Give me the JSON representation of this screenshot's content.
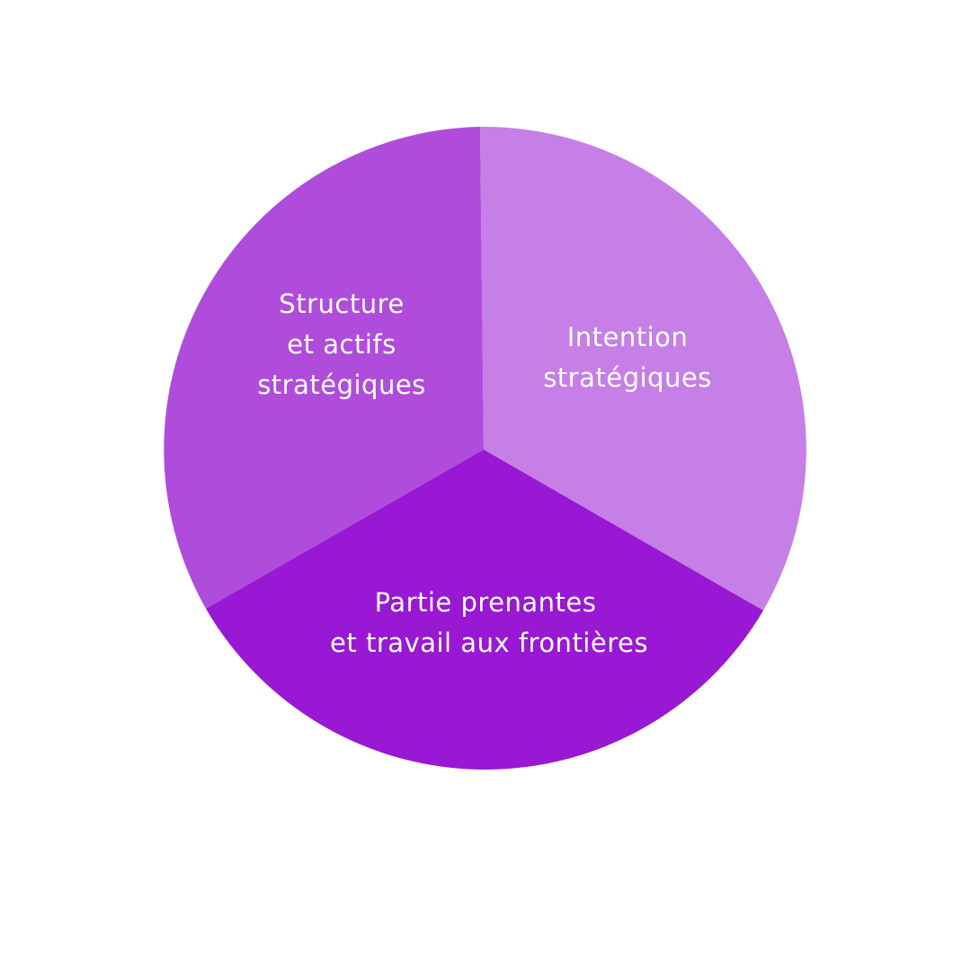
{
  "diagram": {
    "colors": {
      "top_left": "#B04CDB",
      "top_right": "#C67FE6",
      "bottom": "#9918D3",
      "text": "#FFFFFF",
      "background": "#FFFFFF"
    },
    "segments": [
      {
        "id": "top_left",
        "lines": [
          "Structure",
          "et actifs",
          "stratégiques"
        ]
      },
      {
        "id": "top_right",
        "lines": [
          "Intention",
          "stratégiques"
        ]
      },
      {
        "id": "bottom",
        "lines": [
          "Partie prenantes",
          "et travail aux frontières"
        ]
      }
    ]
  }
}
